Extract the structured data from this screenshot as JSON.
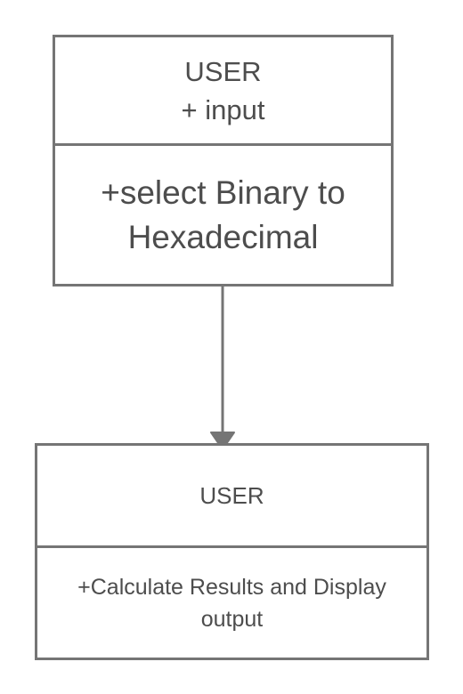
{
  "diagram": {
    "top_box": {
      "header_lines": [
        "USER",
        "+ input"
      ],
      "body_lines": [
        "+select Binary to",
        "Hexadecimal"
      ]
    },
    "bottom_box": {
      "header_lines": [
        "USER"
      ],
      "body_lines": [
        "+Calculate Results and Display",
        "output"
      ]
    },
    "connector": {
      "from": "top_box",
      "to": "bottom_box",
      "arrowhead": "filled-triangle"
    }
  }
}
